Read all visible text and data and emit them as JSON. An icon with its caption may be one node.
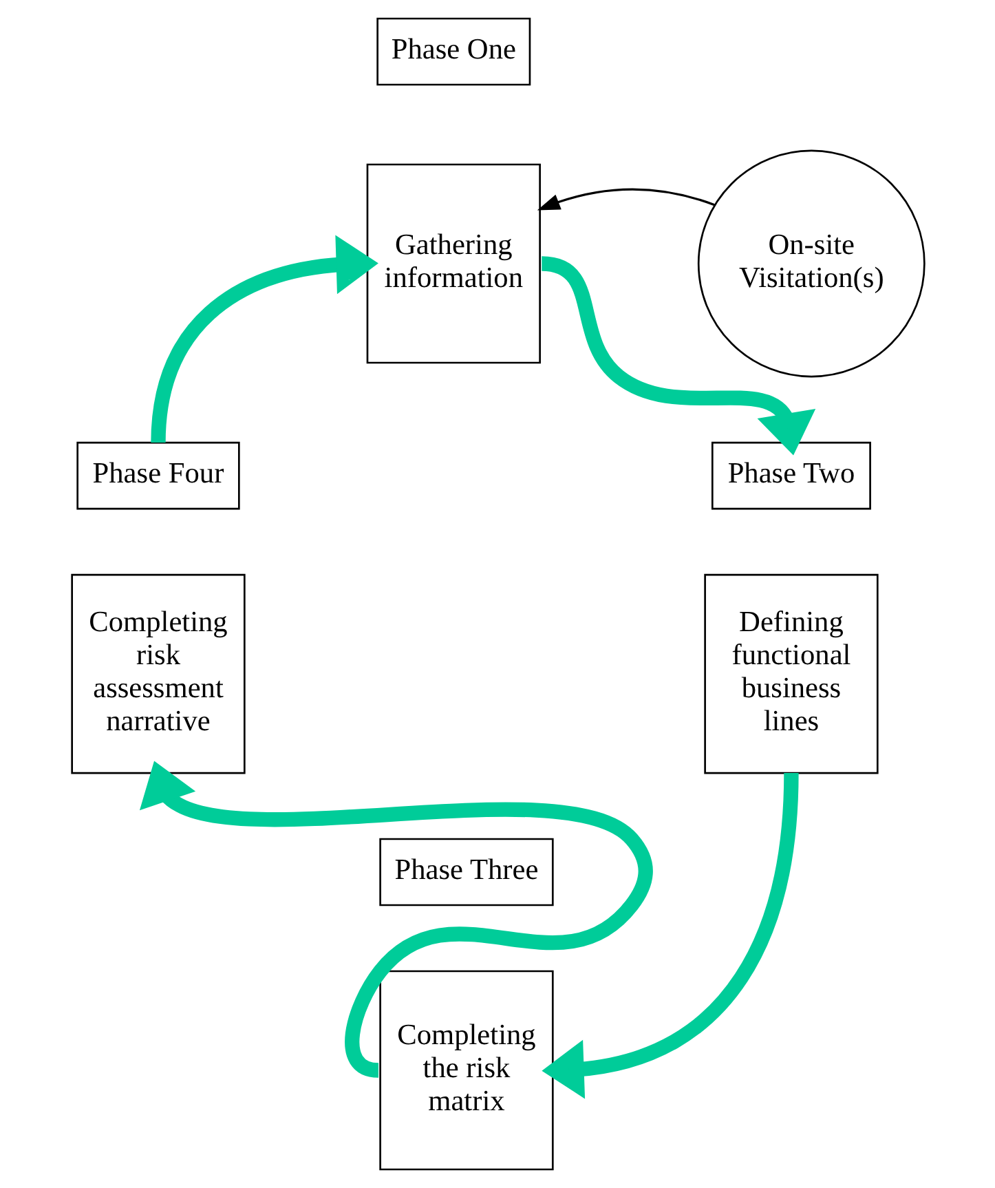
{
  "diagram": {
    "nodes": [
      {
        "text": [
          "Phase One"
        ]
      },
      {
        "text": [
          "Gathering information"
        ]
      },
      {
        "text": [
          "On-site Visitation(s)"
        ]
      },
      {
        "text": [
          "Phase Two"
        ]
      },
      {
        "text": [
          "Defining functional business lines"
        ]
      },
      {
        "text": [
          "Phase Three"
        ]
      },
      {
        "text": [
          "Completing the risk matrix"
        ]
      },
      {
        "text": [
          "Phase Four"
        ]
      },
      {
        "text": [
          "Completing risk assessment narrative"
        ]
      }
    ],
    "edges": [
      {
        "from": 2,
        "to": 1,
        "arrow": "to",
        "color": "#000000"
      },
      {
        "from": 1,
        "to": 3,
        "arrow": "to"
      },
      {
        "from": 4,
        "to": 6,
        "arrow": "to"
      },
      {
        "from": 6,
        "to": 8,
        "arrow": "to"
      },
      {
        "from": 7,
        "to": 1,
        "arrow": "to"
      }
    ]
  }
}
